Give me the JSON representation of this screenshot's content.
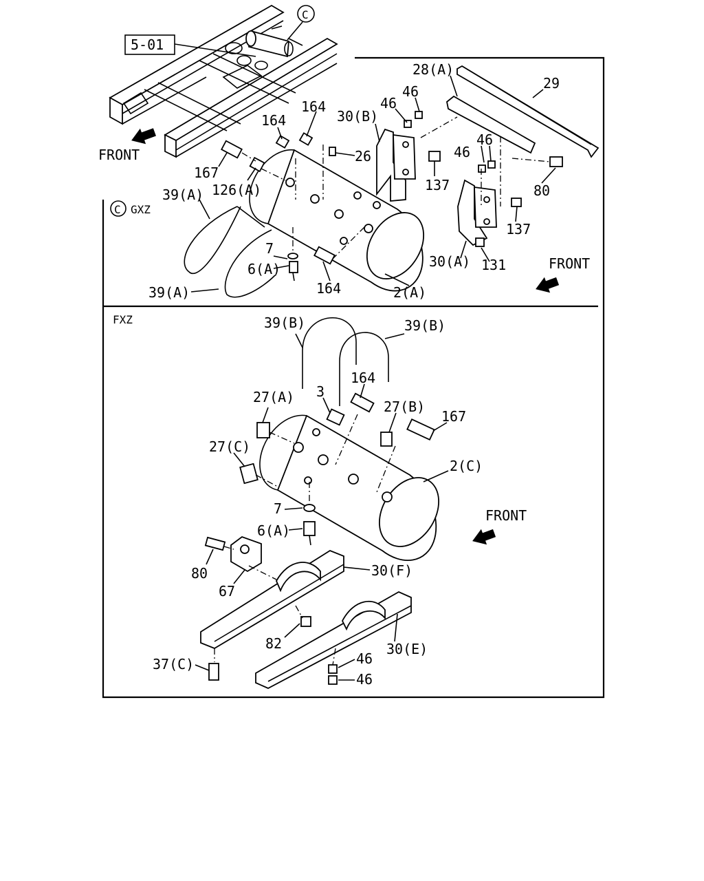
{
  "section_ref": "5-01",
  "callout_letter": "C",
  "front_label": "FRONT",
  "upper_panel": {
    "variant": "GXZ",
    "labels": {
      "p28a": "28(A)",
      "p29": "29",
      "p46a": "46",
      "p46b": "46",
      "p30b": "30(B)",
      "p164a": "164",
      "p164b": "164",
      "p26": "26",
      "p167": "167",
      "p126a": "126(A)",
      "p137a": "137",
      "p46c": "46",
      "p46d": "46",
      "p80": "80",
      "p39a_top": "39(A)",
      "p7": "7",
      "p6a": "6(A)",
      "p137b": "137",
      "p30a": "30(A)",
      "p131": "131",
      "p39a_bottom": "39(A)",
      "p164c": "164",
      "p2a": "2(A)"
    }
  },
  "lower_panel": {
    "variant": "FXZ",
    "labels": {
      "p39b_left": "39(B)",
      "p39b_right": "39(B)",
      "p164": "164",
      "p3": "3",
      "p27a": "27(A)",
      "p27b": "27(B)",
      "p167": "167",
      "p27c": "27(C)",
      "p2c": "2(C)",
      "p7": "7",
      "p6a": "6(A)",
      "p80": "80",
      "p30f": "30(F)",
      "p67": "67",
      "p82": "82",
      "p30e": "30(E)",
      "p37c": "37(C)",
      "p46a": "46",
      "p46b": "46"
    }
  }
}
